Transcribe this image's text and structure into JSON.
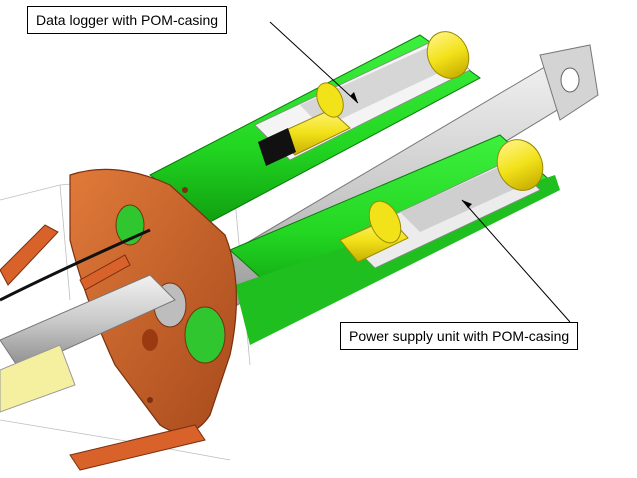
{
  "labels": {
    "data_logger": "Data logger with POM-casing",
    "power_supply": "Power supply unit with POM-casing"
  },
  "colors": {
    "casing_green": "#22d622",
    "casing_green_dark": "#12a412",
    "pom_yellow": "#f2e21a",
    "flange_copper": "#c8622a",
    "shaft_grey": "#c8c8c8",
    "cable_black": "#111111"
  },
  "icons": [
    "leader-line-arrow"
  ]
}
